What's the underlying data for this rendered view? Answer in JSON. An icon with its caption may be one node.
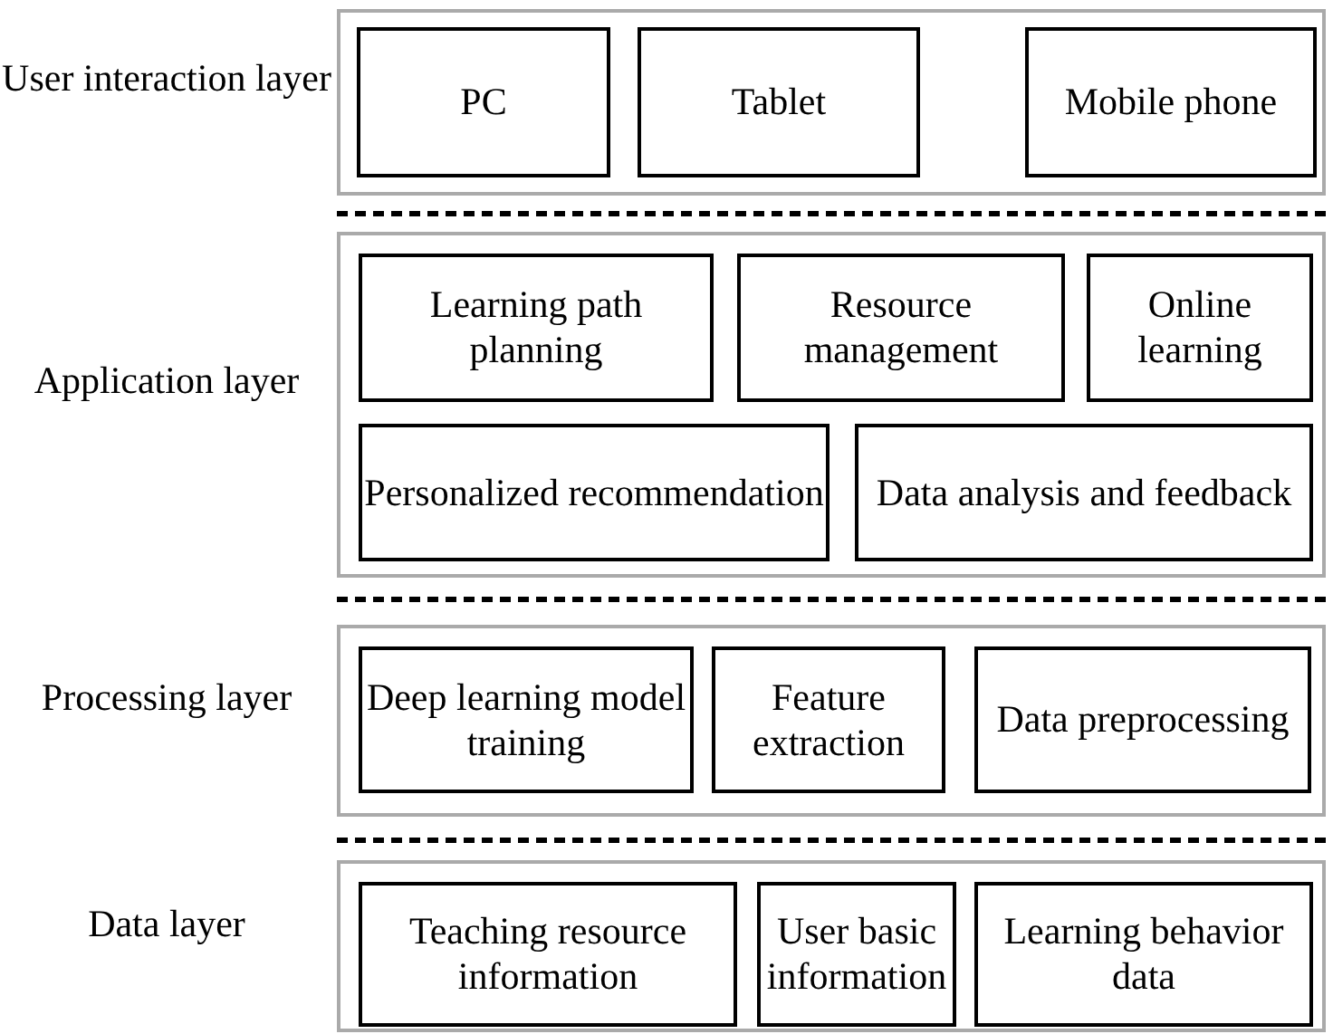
{
  "diagram": {
    "nodes": [
      {
        "text": [
          "User interaction layer"
        ]
      },
      {
        "text": [
          "PC"
        ],
        "in": 0
      },
      {
        "text": [
          "Tablet"
        ],
        "in": 0
      },
      {
        "text": [
          "Mobile phone"
        ],
        "in": 0
      },
      {
        "text": [
          "Application layer"
        ]
      },
      {
        "text": [
          "Learning path planning"
        ],
        "in": 4
      },
      {
        "text": [
          "Resource management"
        ],
        "in": 4
      },
      {
        "text": [
          "Online learning"
        ],
        "in": 4
      },
      {
        "text": [
          "Personalized recommendation"
        ],
        "in": 4
      },
      {
        "text": [
          "Data analysis and feedback"
        ],
        "in": 4
      },
      {
        "text": [
          "Processing layer"
        ]
      },
      {
        "text": [
          "Deep learning model training"
        ],
        "in": 10
      },
      {
        "text": [
          "Feature extraction"
        ],
        "in": 10
      },
      {
        "text": [
          "Data preprocessing"
        ],
        "in": 10
      },
      {
        "text": [
          "Data layer"
        ]
      },
      {
        "text": [
          "Teaching resource information"
        ],
        "in": 14
      },
      {
        "text": [
          "User basic information"
        ],
        "in": 14
      },
      {
        "text": [
          "Learning behavior data"
        ],
        "in": 14
      }
    ],
    "edges": []
  }
}
